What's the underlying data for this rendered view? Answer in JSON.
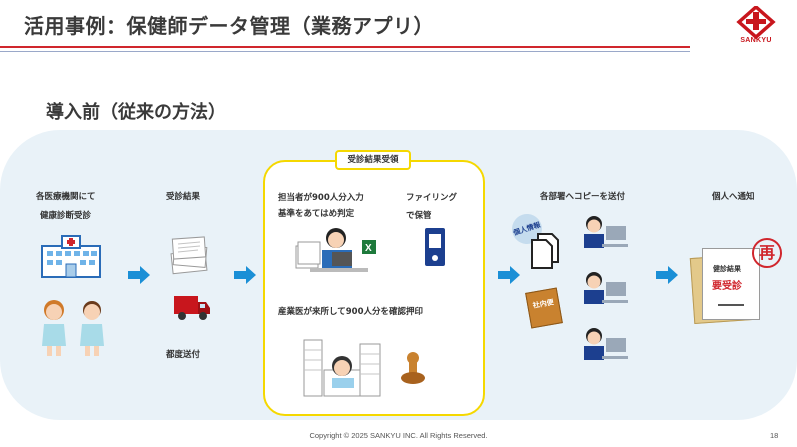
{
  "header": {
    "title": "活用事例：保健師データ管理（業務アプリ）",
    "logo_text": "SANKYU"
  },
  "section": {
    "title": "導入前（従来の方法）"
  },
  "flow": {
    "step1": {
      "line1": "各医療機関にて",
      "line2": "健康診断受診"
    },
    "step2": {
      "label": "受診結果",
      "sub": "都度送付"
    },
    "step3": {
      "tab": "受診結果受領",
      "task1_line1": "担当者が900人分入力",
      "task1_line2": "基準をあてはめ判定",
      "task2_line1": "ファイリング",
      "task2_line2": "で保管",
      "task3": "産業医が来所して900人分を確認押印"
    },
    "step4": {
      "label": "各部署へコピーを送付",
      "tag1": "個人情報",
      "tag2": "社内便"
    },
    "step5": {
      "label": "個人へ通知",
      "doc_title": "健診結果",
      "doc_result": "要受診",
      "stamp": "再"
    }
  },
  "footer": {
    "copyright": "Copyright © 2025 SANKYU INC. All Rights Reserved.",
    "page": "18"
  },
  "colors": {
    "accent_red": "#d0262d",
    "band": "#e9f2f8",
    "highlight": "#f5d800",
    "arrow": "#1a8fd6"
  }
}
